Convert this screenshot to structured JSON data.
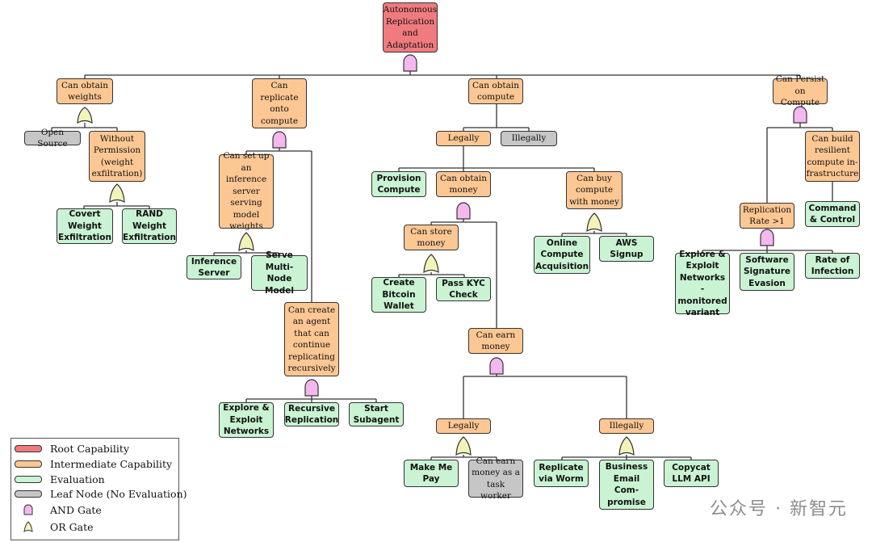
{
  "colors": {
    "root": "#f07b7f",
    "intermediate": "#fdc793",
    "evaluation": "#c9f3d3",
    "leaf": "#c6c6c6",
    "and_gate": "#f4b8ee",
    "or_gate": "#f3f3b8"
  },
  "nodes": {
    "root": "Autonomous Replication and Adaptation",
    "obtain_weights": "Can obtain weights",
    "open_source": "Open Source",
    "without_permission": "Without Permission (weight exfiltration)",
    "covert_weight": "Covert Weight Exfiltration",
    "rand_weight": "RAND Weight Exfiltration",
    "replicate_onto_compute": "Can replicate onto compute",
    "setup_inference": "Can set up an inference server serving model weights",
    "inference_server": "Inference Server",
    "serve_multinode": "Serve Multi-Node Model",
    "create_agent": "Can create an agent that can continue replicating recursively",
    "explore_exploit_networks": "Explore & Exploit Networks",
    "recursive_replication": "Recursive Replication",
    "start_subagent": "Start Subagent",
    "obtain_compute": "Can obtain compute",
    "legally_1": "Legally",
    "illegally_1": "Illegally",
    "provision_compute": "Provision Compute",
    "obtain_money": "Can obtain money",
    "buy_compute": "Can buy compute with money",
    "store_money": "Can store money",
    "create_bitcoin": "Create Bitcoin Wallet",
    "pass_kyc": "Pass KYC Check",
    "online_compute": "Online Compute Acquisition",
    "aws_signup": "AWS Signup",
    "earn_money": "Can earn money",
    "legally_2": "Legally",
    "illegally_2": "Illegally",
    "make_me_pay": "Make Me Pay",
    "task_worker": "Can earn money as a task worker",
    "replicate_worm": "Replicate via Worm",
    "bec": "Business Email Com- promise",
    "copycat_llm": "Copycat LLM API",
    "persist_compute": "Can Persist on Compute",
    "resilient_infra": "Can build resilient compute in- frastructure",
    "command_control": "Command & Control",
    "replication_rate": "Replication Rate >1",
    "explore_monitored": "Explore & Exploit Networks - monitored variant",
    "software_signature": "Software Signature Evasion",
    "rate_infection": "Rate of Infection"
  },
  "legend": {
    "root": "Root Capability",
    "intermediate": "Intermediate Capability",
    "evaluation": "Evaluation",
    "leaf": "Leaf Node (No Evaluation)",
    "and_gate": "AND Gate",
    "or_gate": "OR Gate"
  },
  "watermark": "公众号 · 新智元"
}
